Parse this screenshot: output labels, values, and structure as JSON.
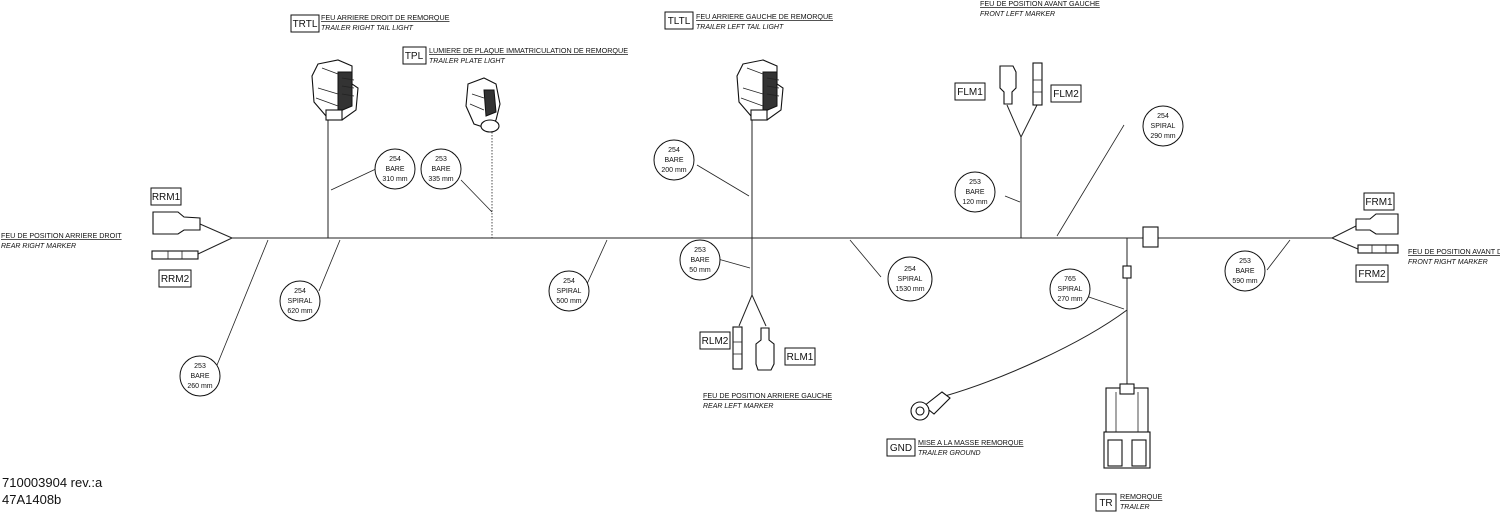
{
  "labels": {
    "trtl": {
      "code": "TRTL",
      "fr": "FEU ARRIERE DROIT DE REMORQUE",
      "en": "TRAILER RIGHT TAIL LIGHT"
    },
    "tpl": {
      "code": "TPL",
      "fr": "LUMIERE DE PLAQUE IMMATRICULATION DE REMORQUE",
      "en": "TRAILER PLATE LIGHT"
    },
    "tltl": {
      "code": "TLTL",
      "fr": "FEU ARRIERE GAUCHE DE REMORQUE",
      "en": "TRAILER LEFT TAIL LIGHT"
    },
    "flm": {
      "fr": "FEU DE POSITION AVANT GAUCHE",
      "en": "FRONT LEFT MARKER",
      "code1": "FLM1",
      "code2": "FLM2"
    },
    "rrm": {
      "fr": "FEU DE POSITION ARRIERE DROIT",
      "en": "REAR RIGHT MARKER",
      "code1": "RRM1",
      "code2": "RRM2"
    },
    "frm": {
      "fr": "FEU DE POSITION AVANT DROIT",
      "en": "FRONT RIGHT MARKER",
      "code1": "FRM1",
      "code2": "FRM2"
    },
    "rlm": {
      "fr": "FEU DE POSITION ARRIERE GAUCHE",
      "en": "REAR LEFT MARKER",
      "code1": "RLM1",
      "code2": "RLM2"
    },
    "gnd": {
      "code": "GND",
      "fr": "MISE A LA MASSE REMORQUE",
      "en": "TRAILER GROUND"
    },
    "tr": {
      "code": "TR",
      "fr": "REMORQUE",
      "en": "TRAILER"
    }
  },
  "bubbles": [
    {
      "id": "b1",
      "gauge": "254",
      "type": "BARE",
      "length": "310 mm"
    },
    {
      "id": "b2",
      "gauge": "253",
      "type": "BARE",
      "length": "335 mm"
    },
    {
      "id": "b3",
      "gauge": "254",
      "type": "BARE",
      "length": "200 mm"
    },
    {
      "id": "b4",
      "gauge": "253",
      "type": "BARE",
      "length": "120 mm"
    },
    {
      "id": "b5",
      "gauge": "254",
      "type": "SPIRAL",
      "length": "290 mm"
    },
    {
      "id": "b6",
      "gauge": "254",
      "type": "SPIRAL",
      "length": "620 mm"
    },
    {
      "id": "b7",
      "gauge": "254",
      "type": "SPIRAL",
      "length": "500 mm"
    },
    {
      "id": "b8",
      "gauge": "253",
      "type": "BARE",
      "length": "50 mm"
    },
    {
      "id": "b9",
      "gauge": "254",
      "type": "SPIRAL",
      "length": "1530 mm"
    },
    {
      "id": "b10",
      "gauge": "765",
      "type": "SPIRAL",
      "length": "270 mm"
    },
    {
      "id": "b11",
      "gauge": "253",
      "type": "BARE",
      "length": "590 mm"
    },
    {
      "id": "b12",
      "gauge": "253",
      "type": "BARE",
      "length": "260 mm"
    }
  ],
  "footer": {
    "part_number": "710003904 rev.:a",
    "drawing_code": "47A1408b"
  }
}
